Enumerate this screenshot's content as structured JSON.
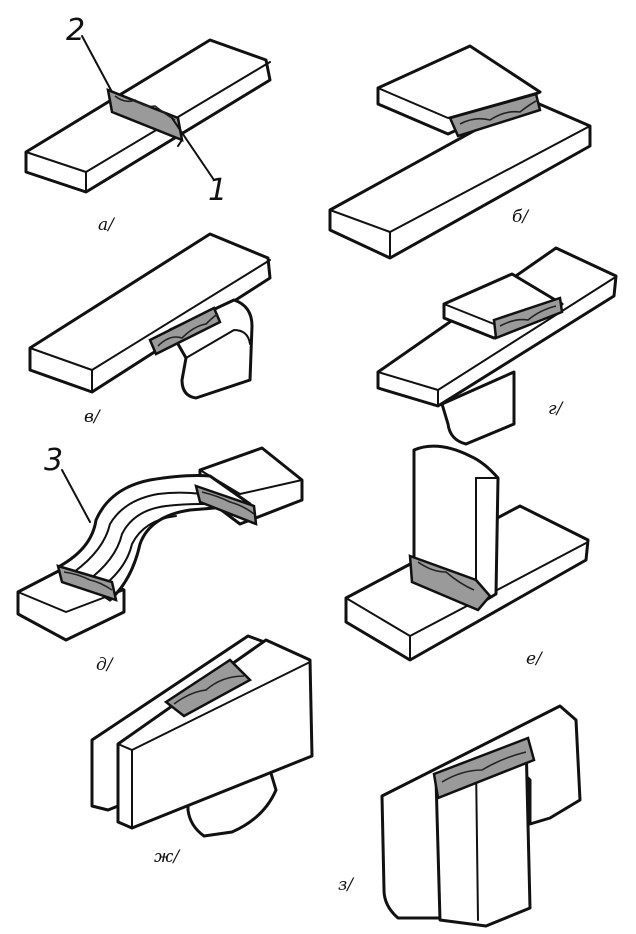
{
  "figure": {
    "numbers": {
      "n2": "2",
      "n1": "1",
      "n3": "3"
    },
    "panel_labels": {
      "a": "а/",
      "b": "б/",
      "v": "в/",
      "g": "г/",
      "d": "д/",
      "e": "е/",
      "zh": "ж/",
      "z": "з/"
    }
  }
}
